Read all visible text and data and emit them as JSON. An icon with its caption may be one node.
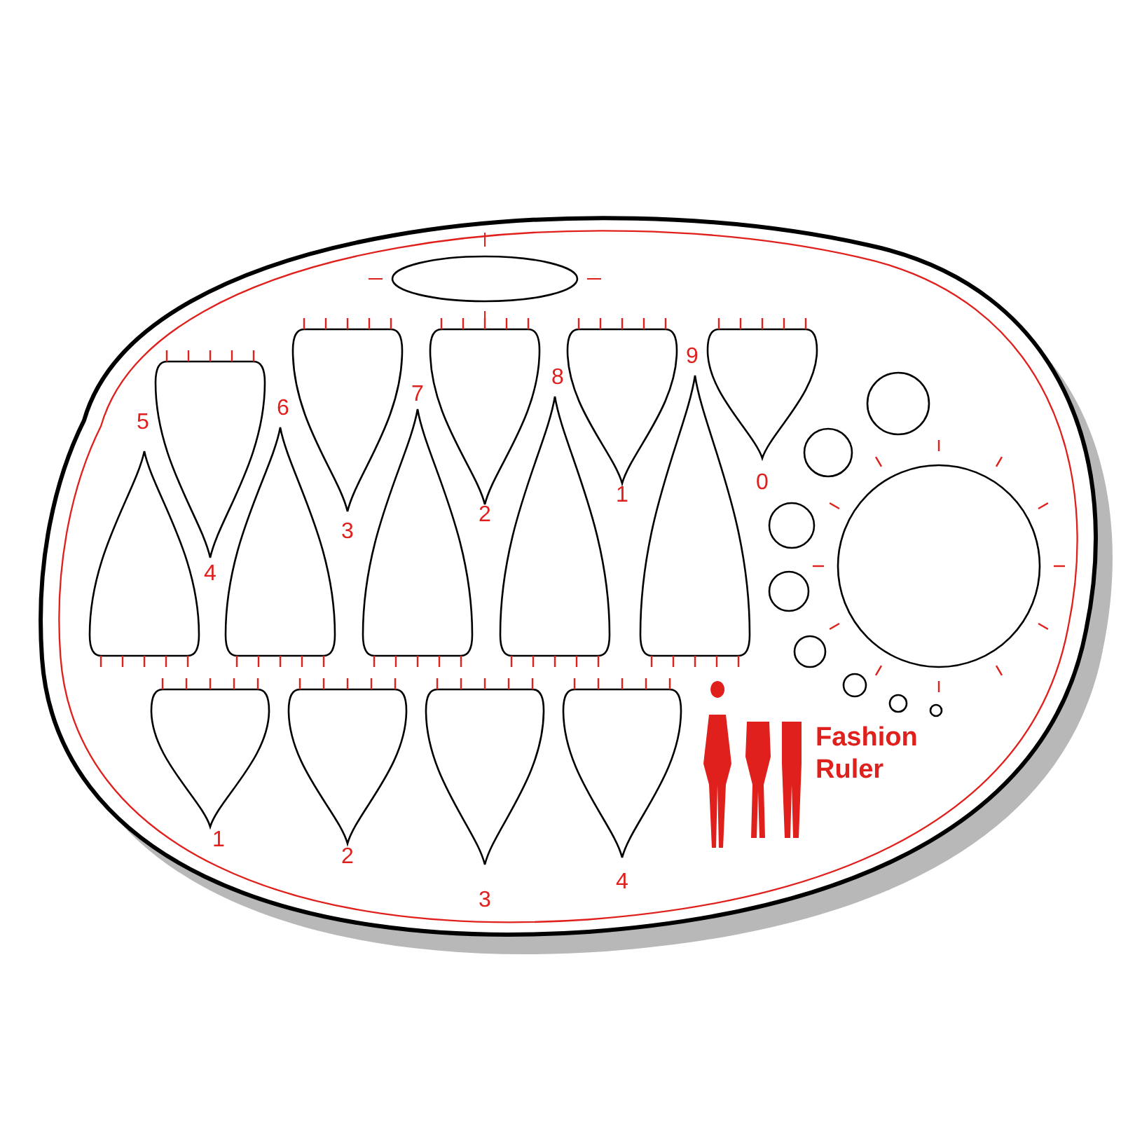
{
  "diagram": {
    "labels": [
      "5",
      "6",
      "7",
      "8",
      "9",
      "4",
      "3",
      "2",
      "1",
      "0",
      "Fashion Ruler",
      "1",
      "2",
      "3",
      "4"
    ]
  }
}
